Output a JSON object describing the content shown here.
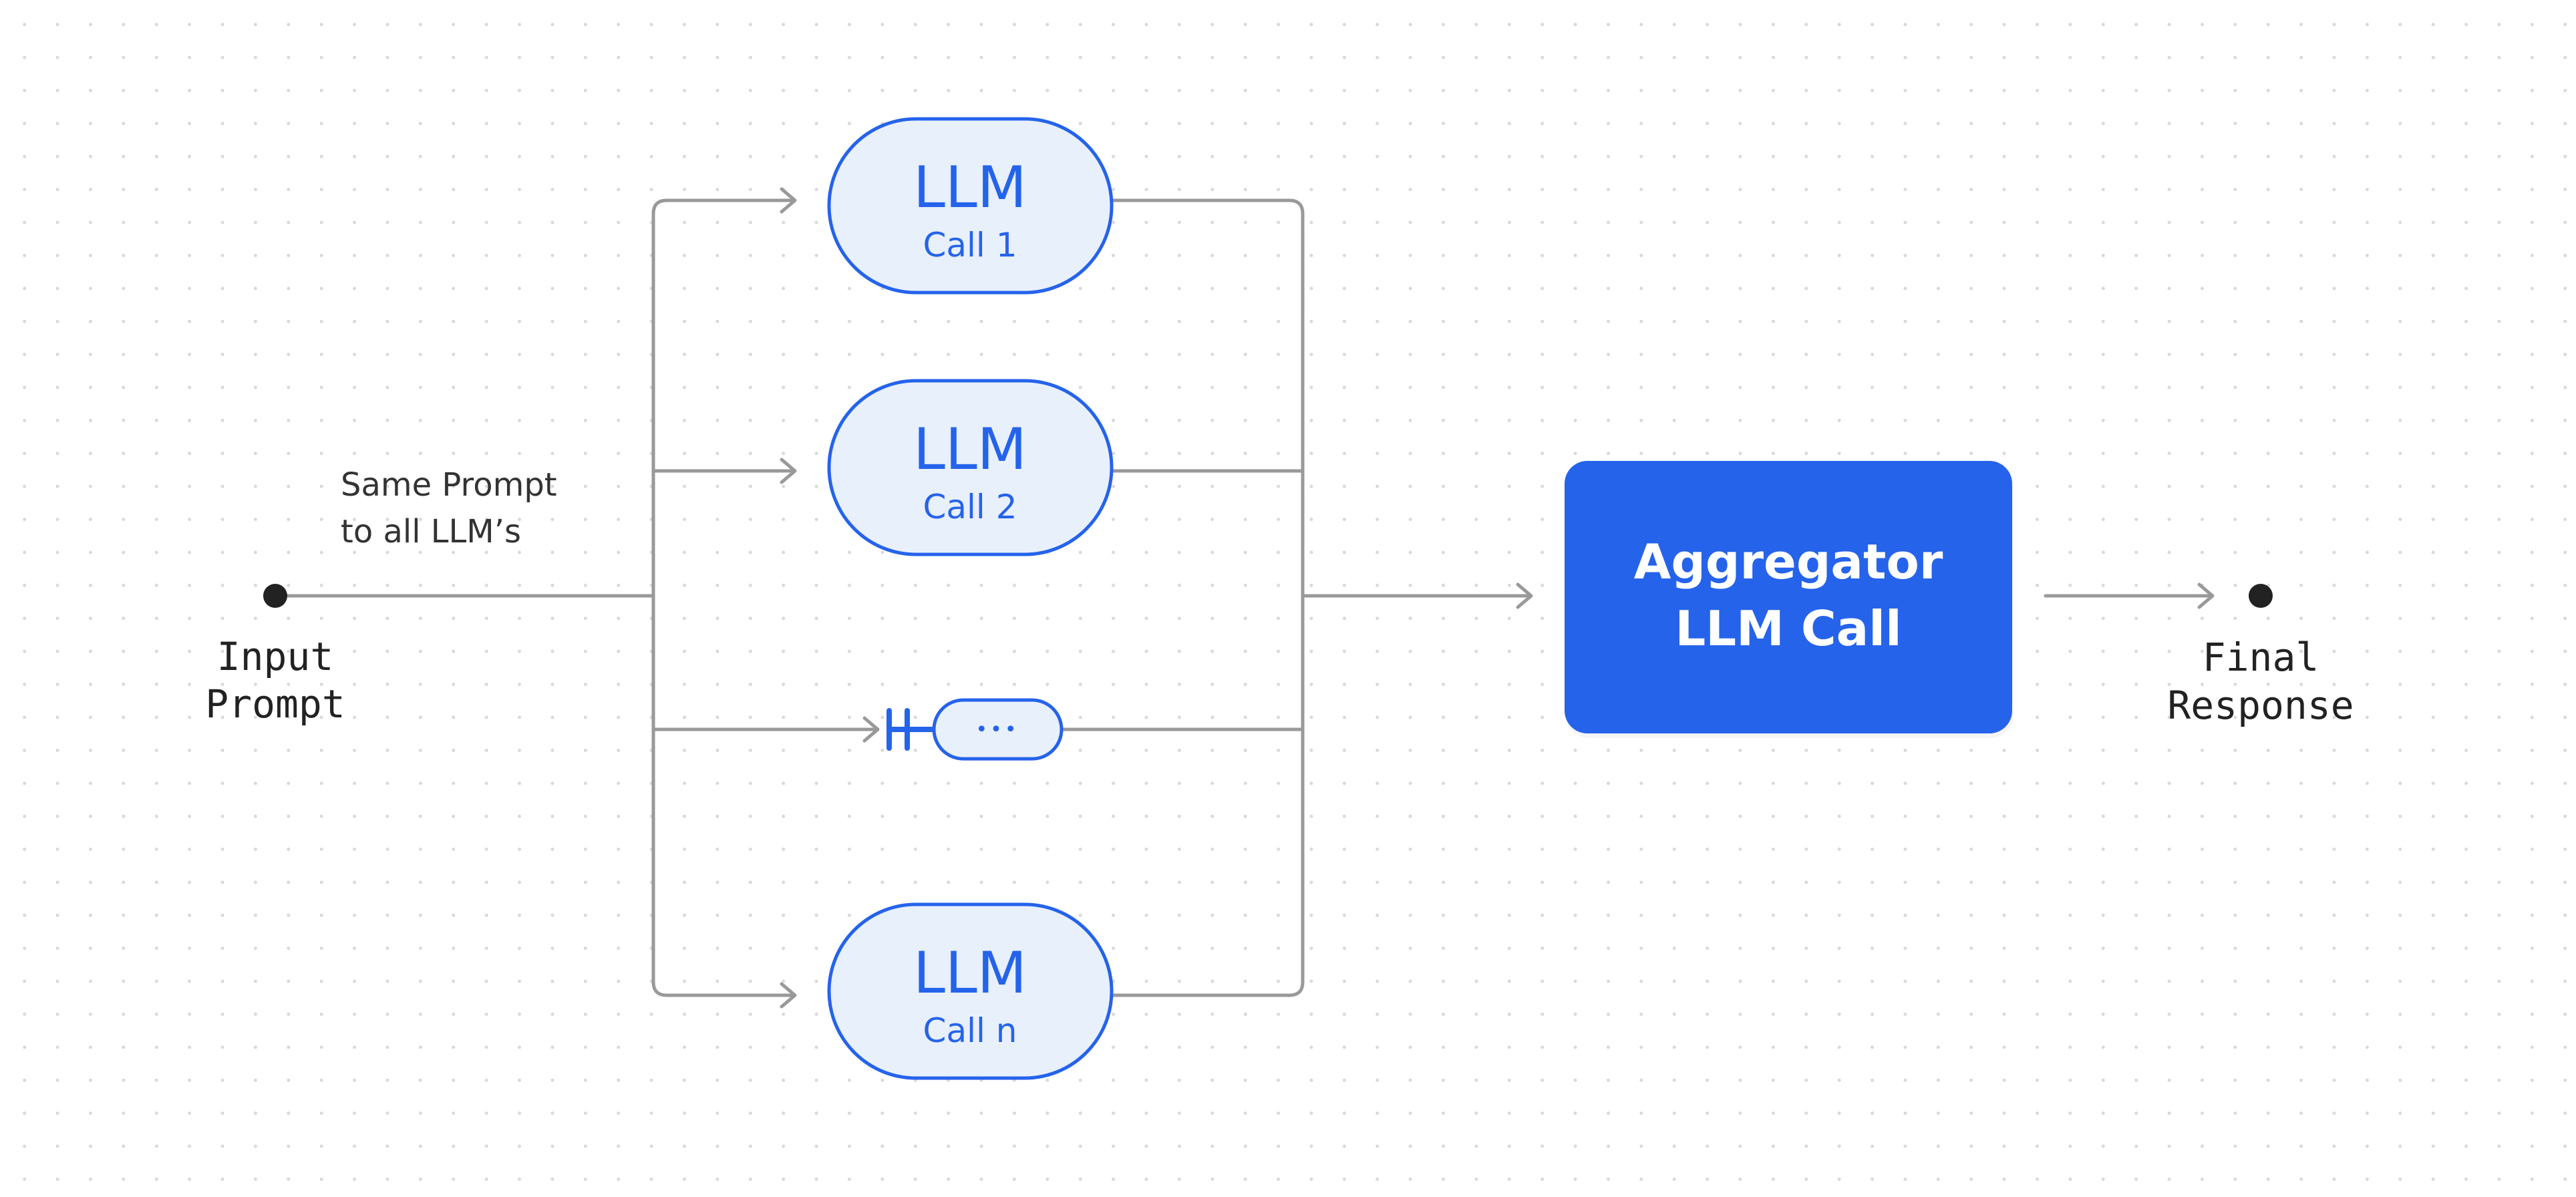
{
  "diagram": {
    "input": {
      "label_line1": "Input",
      "label_line2": "Prompt"
    },
    "annotation": {
      "line1": "Same Prompt",
      "line2": "to all LLM’s"
    },
    "llm_calls": [
      {
        "title": "LLM",
        "subtitle": "Call 1"
      },
      {
        "title": "LLM",
        "subtitle": "Call 2"
      },
      {
        "title": "LLM",
        "subtitle": "Call n"
      }
    ],
    "ellipsis_node": {
      "label": "•••"
    },
    "aggregator": {
      "line1": "Aggregator",
      "line2": "LLM Call"
    },
    "output": {
      "label_line1": "Final",
      "label_line2": "Response"
    },
    "colors": {
      "accent": "#2563EB",
      "node_fill": "#E8F0FC",
      "connector": "#999999",
      "dot": "#222222",
      "text_dark": "#333333",
      "text_light": "#FFFFFF"
    }
  }
}
